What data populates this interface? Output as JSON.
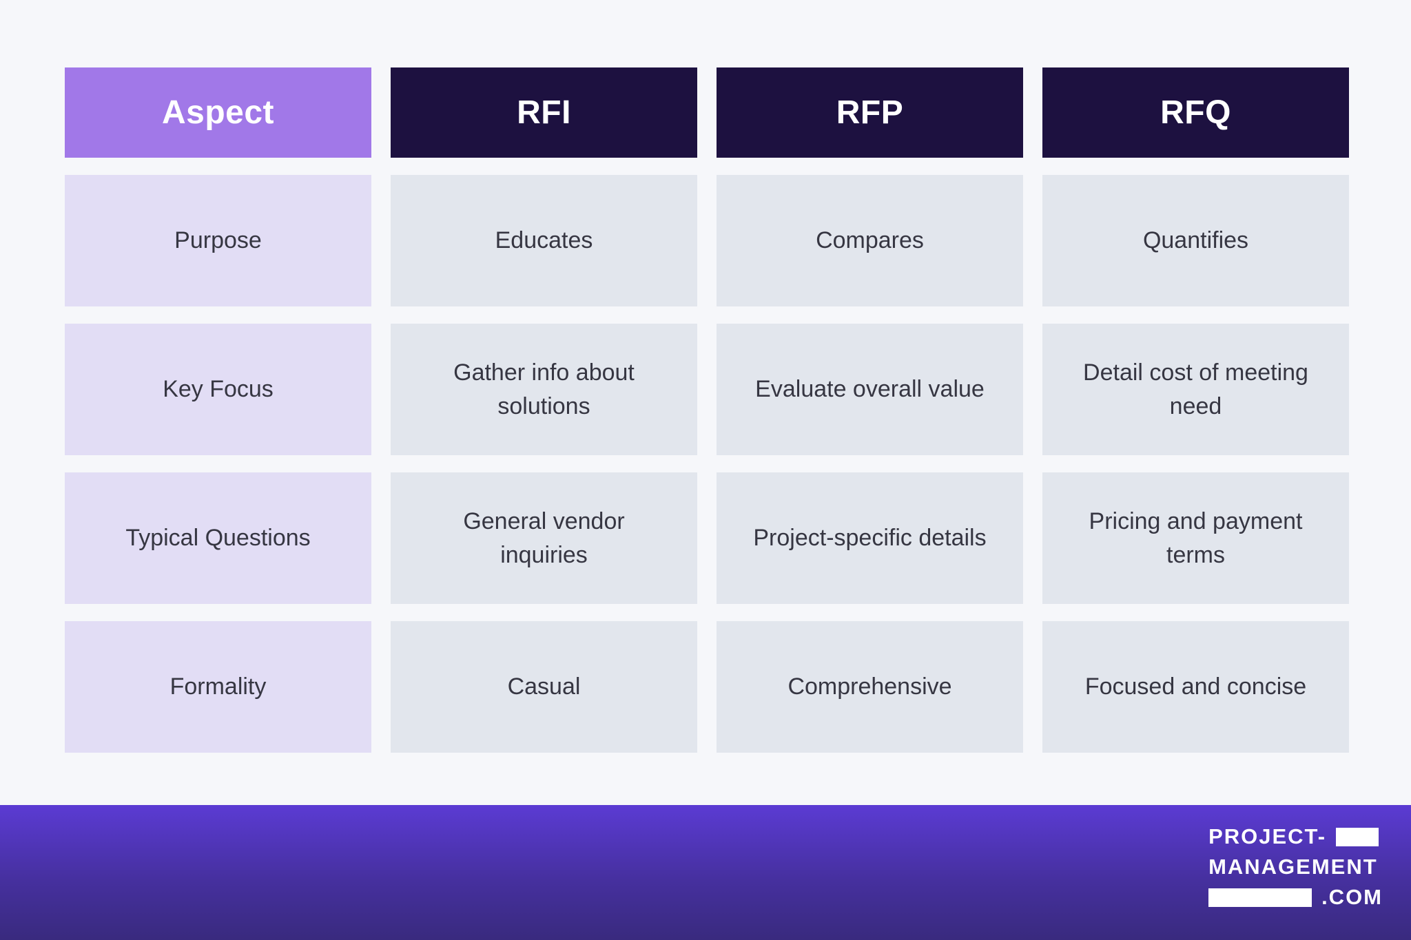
{
  "chart_data": {
    "type": "table",
    "title": "",
    "columns": [
      "Aspect",
      "RFI",
      "RFP",
      "RFQ"
    ],
    "rows": [
      [
        "Purpose",
        "Educates",
        "Compares",
        "Quantifies"
      ],
      [
        "Key Focus",
        "Gather info about solutions",
        "Evaluate overall value",
        "Detail cost of meeting need"
      ],
      [
        "Typical Questions",
        "General vendor inquiries",
        "Project-specific details",
        "Pricing and payment terms"
      ],
      [
        "Formality",
        "Casual",
        "Comprehensive",
        "Focused and concise"
      ]
    ],
    "layout_hints": {
      "header_style": "first column purple accent, other headers dark navy",
      "grid": "separated cells with light background gutters"
    }
  },
  "footer": {
    "logo": {
      "line1_text": "PROJECT-",
      "line2_text": "MANAGEMENT",
      "line3_text": ".COM"
    }
  },
  "colors": {
    "page_background": "#f6f7fa",
    "header_accent_purple": "#a178e8",
    "header_dark_navy": "#1d1140",
    "header_text": "#ffffff",
    "row_label_lavender": "#e2ddf5",
    "cell_gray_blue": "#e2e6ed",
    "cell_text": "#363642",
    "footer_gradient_top": "#5b3bd3",
    "footer_gradient_bottom": "#392a7e",
    "logo_text": "#ffffff"
  }
}
